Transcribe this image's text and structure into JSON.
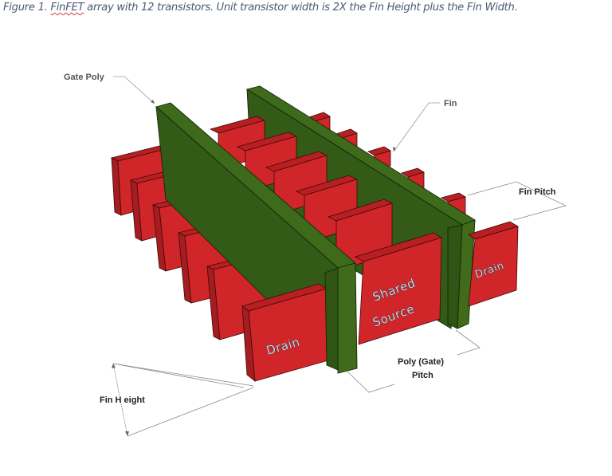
{
  "figure": {
    "caption_prefix": "Figure 1. ",
    "caption_term": "FinFET",
    "caption_rest": " array with 12 transistors.  Unit transistor width is 2X the Fin Height plus the Fin Width."
  },
  "labels": {
    "gate_poly": "Gate Poly",
    "fin": "Fin",
    "fin_pitch": "Fin Pitch",
    "poly_pitch_line1": "Poly (Gate)",
    "poly_pitch_line2": "Pitch",
    "fin_height": "Fin H eight"
  },
  "fin_text": {
    "drain_front": "Drain",
    "shared_source_line1": "Shared",
    "shared_source_line2": "Source",
    "drain_right": "Drain"
  },
  "colors": {
    "fin_red": "#d0262a",
    "gate_green": "#335a17",
    "caption_text": "#4a5a73"
  },
  "structure": {
    "fin_count": 6,
    "gate_count": 2,
    "transistor_count": 12
  }
}
